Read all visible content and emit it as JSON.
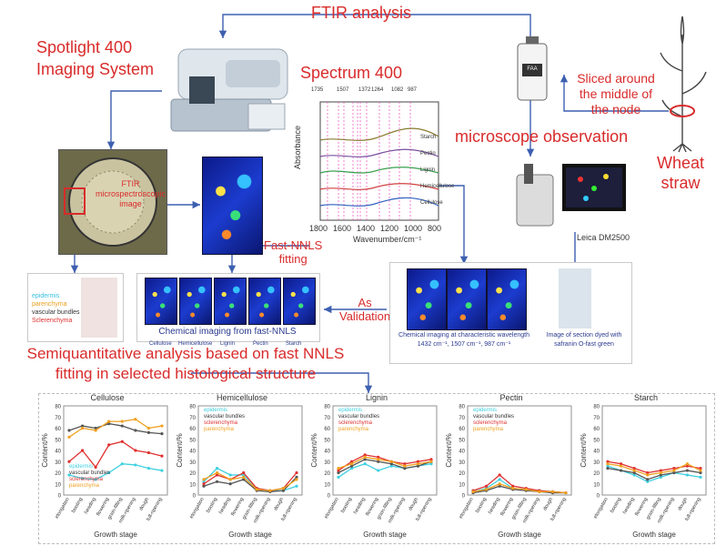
{
  "labels": {
    "ftir_analysis": "FTIR analysis",
    "spotlight": "Spotlight 400",
    "imaging_system": "Imaging System",
    "spectrum400": "Spectrum 400",
    "sliced_1": "Sliced around",
    "sliced_2": "the middle of",
    "sliced_3": "the node",
    "microscope_observation": "microscope observation",
    "wheat": "Wheat",
    "straw": "straw",
    "faa": "FAA",
    "ftir_micro_1": "FTIR",
    "ftir_micro_2": "microspectroscopic",
    "ftir_micro_3": "image",
    "leica": "Leica DM2500",
    "fast_nnls_1": "Fast-NNLS",
    "fast_nnls_2": "fitting",
    "as": "As",
    "validation": "Validation",
    "chem_imaging_nnls": "Chemical imaging from fast-NNLS",
    "nnls_components": [
      "Cellulose",
      "Hemicellulose",
      "Lignin",
      "Pectin",
      "Starch"
    ],
    "chem_imaging_wave_1": "Chemical imaging at characteristic wavelength",
    "chem_imaging_wave_2": "1432 cm⁻¹, 1507 cm⁻¹, 987 cm⁻¹",
    "dyed_1": "Image of section dyed with",
    "dyed_2": "safranin O-fast green",
    "semi_1": "Semiquantitative analysis based on fast NNLS",
    "semi_2": "fitting in selected histological structure",
    "tissue_legend": [
      "epidermis",
      "parenchyma",
      "vascular bundles",
      "Sclerenchyma"
    ]
  },
  "spectrum": {
    "ylabel": "Absorbance",
    "xlabel": "Wavenumber/cm⁻¹",
    "xticks": [
      "1800",
      "1600",
      "1400",
      "1200",
      "1000",
      "800"
    ],
    "peaks": [
      "1735",
      "1632",
      "1594",
      "1507",
      "1462",
      "1432",
      "1372",
      "1264",
      "1162",
      "1082",
      "987"
    ],
    "traces": [
      "Starch",
      "Pectin",
      "Lignin",
      "Hemicellulose",
      "Cellulose"
    ]
  },
  "chart_data": [
    {
      "type": "line",
      "title": "Cellulose",
      "xlabel": "Growth stage",
      "ylabel": "Content/%",
      "ylim": [
        0,
        80
      ],
      "yticks": [
        0,
        10,
        20,
        30,
        40,
        50,
        60,
        70,
        80
      ],
      "categories": [
        "elongation",
        "booting",
        "heading",
        "flowering",
        "grain-filling",
        "milk-ripening",
        "dough",
        "full-ripening"
      ],
      "legend_position": "bottom",
      "series": [
        {
          "name": "epidermis",
          "color": "#3fd0e0",
          "values": [
            18,
            15,
            14,
            20,
            28,
            27,
            24,
            22
          ]
        },
        {
          "name": "vascular bundles",
          "color": "#555555",
          "values": [
            58,
            62,
            60,
            64,
            62,
            58,
            56,
            55
          ]
        },
        {
          "name": "sclerenchyma",
          "color": "#e03030",
          "values": [
            30,
            40,
            25,
            45,
            48,
            40,
            38,
            35
          ]
        },
        {
          "name": "parenchyma",
          "color": "#f0a020",
          "values": [
            52,
            60,
            58,
            66,
            66,
            68,
            60,
            62
          ]
        }
      ]
    },
    {
      "type": "line",
      "title": "Hemicellulose",
      "xlabel": "Growth stage",
      "ylabel": "Content/%",
      "ylim": [
        0,
        80
      ],
      "yticks": [
        0,
        10,
        20,
        30,
        40,
        50,
        60,
        70,
        80
      ],
      "categories": [
        "elongation",
        "booting",
        "heading",
        "flowering",
        "grain-filling",
        "milk-ripening",
        "dough",
        "full-ripening"
      ],
      "legend_position": "top-left",
      "series": [
        {
          "name": "epidermis",
          "color": "#3fd0e0",
          "values": [
            12,
            24,
            18,
            18,
            6,
            4,
            4,
            8
          ]
        },
        {
          "name": "vascular bundles",
          "color": "#555555",
          "values": [
            8,
            12,
            10,
            14,
            4,
            3,
            4,
            16
          ]
        },
        {
          "name": "sclerenchyma",
          "color": "#e03030",
          "values": [
            10,
            18,
            14,
            20,
            6,
            4,
            6,
            20
          ]
        },
        {
          "name": "parenchyma",
          "color": "#f0a020",
          "values": [
            14,
            20,
            14,
            16,
            5,
            4,
            6,
            14
          ]
        }
      ]
    },
    {
      "type": "line",
      "title": "Lignin",
      "xlabel": "Growth stage",
      "ylabel": "Content/%",
      "ylim": [
        0,
        80
      ],
      "yticks": [
        0,
        10,
        20,
        30,
        40,
        50,
        60,
        70,
        80
      ],
      "categories": [
        "elongation",
        "booting",
        "heading",
        "flowering",
        "grain-filling",
        "milk-ripening",
        "dough",
        "full-ripening"
      ],
      "legend_position": "top-left",
      "series": [
        {
          "name": "epidermis",
          "color": "#3fd0e0",
          "values": [
            16,
            24,
            28,
            22,
            26,
            24,
            26,
            28
          ]
        },
        {
          "name": "vascular bundles",
          "color": "#555555",
          "values": [
            20,
            26,
            32,
            30,
            28,
            24,
            26,
            30
          ]
        },
        {
          "name": "sclerenchyma",
          "color": "#e03030",
          "values": [
            22,
            30,
            36,
            34,
            30,
            28,
            30,
            32
          ]
        },
        {
          "name": "parenchyma",
          "color": "#f0a020",
          "values": [
            24,
            28,
            34,
            32,
            30,
            26,
            28,
            30
          ]
        }
      ]
    },
    {
      "type": "line",
      "title": "Pectin",
      "xlabel": "Growth stage",
      "ylabel": "Content/%",
      "ylim": [
        0,
        80
      ],
      "yticks": [
        0,
        10,
        20,
        30,
        40,
        50,
        60,
        70,
        80
      ],
      "categories": [
        "elongation",
        "booting",
        "heading",
        "flowering",
        "grain-filling",
        "milk-ripening",
        "dough",
        "full-ripening"
      ],
      "legend_position": "top-left",
      "series": [
        {
          "name": "epidermis",
          "color": "#3fd0e0",
          "values": [
            3,
            6,
            14,
            6,
            5,
            4,
            3,
            2
          ]
        },
        {
          "name": "vascular bundles",
          "color": "#555555",
          "values": [
            2,
            4,
            8,
            5,
            4,
            3,
            2,
            2
          ]
        },
        {
          "name": "sclerenchyma",
          "color": "#e03030",
          "values": [
            4,
            8,
            18,
            8,
            6,
            4,
            3,
            2
          ]
        },
        {
          "name": "parenchyma",
          "color": "#f0a020",
          "values": [
            3,
            5,
            10,
            6,
            5,
            3,
            3,
            2
          ]
        }
      ]
    },
    {
      "type": "line",
      "title": "Starch",
      "xlabel": "Growth stage",
      "ylabel": "Content/%",
      "ylim": [
        0,
        80
      ],
      "yticks": [
        0,
        10,
        20,
        30,
        40,
        50,
        60,
        70,
        80
      ],
      "categories": [
        "elongation",
        "booting",
        "heading",
        "flowering",
        "grain-filling",
        "milk-ripening",
        "dough",
        "full-ripening"
      ],
      "legend_position": "none",
      "series": [
        {
          "name": "epidermis",
          "color": "#3fd0e0",
          "values": [
            26,
            22,
            18,
            12,
            16,
            20,
            18,
            16
          ]
        },
        {
          "name": "vascular bundles",
          "color": "#555555",
          "values": [
            24,
            22,
            20,
            14,
            18,
            20,
            22,
            20
          ]
        },
        {
          "name": "sclerenchyma",
          "color": "#e03030",
          "values": [
            30,
            28,
            24,
            20,
            22,
            24,
            26,
            24
          ]
        },
        {
          "name": "parenchyma",
          "color": "#f0a020",
          "values": [
            28,
            26,
            22,
            18,
            20,
            22,
            28,
            22
          ]
        }
      ]
    }
  ]
}
